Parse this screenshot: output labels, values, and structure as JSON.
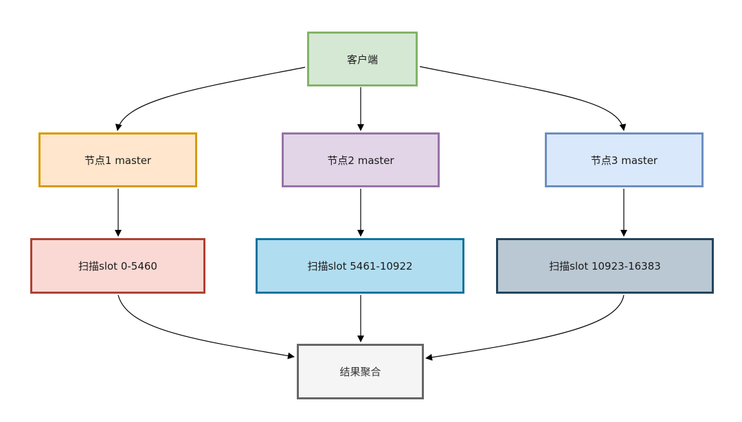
{
  "diagram": {
    "client": {
      "label": "客户端"
    },
    "masters": [
      {
        "label": "节点1 master"
      },
      {
        "label": "节点2 master"
      },
      {
        "label": "节点3 master"
      }
    ],
    "scans": [
      {
        "label": "扫描slot 0-5460"
      },
      {
        "label": "扫描slot 5461-10922"
      },
      {
        "label": "扫描slot 10923-16383"
      }
    ],
    "result": {
      "label": "结果聚合"
    },
    "edges": [
      {
        "from": "client",
        "to": "node1"
      },
      {
        "from": "client",
        "to": "node2"
      },
      {
        "from": "client",
        "to": "node3"
      },
      {
        "from": "node1",
        "to": "scan1"
      },
      {
        "from": "node2",
        "to": "scan2"
      },
      {
        "from": "node3",
        "to": "scan3"
      },
      {
        "from": "scan1",
        "to": "result"
      },
      {
        "from": "scan2",
        "to": "result"
      },
      {
        "from": "scan3",
        "to": "result"
      }
    ],
    "colors": {
      "client_fill": "#d5e8d4",
      "client_stroke": "#82b366",
      "node1_fill": "#ffe6cc",
      "node1_stroke": "#d79b00",
      "node2_fill": "#e1d5e7",
      "node2_stroke": "#9673a6",
      "node3_fill": "#dae8fc",
      "node3_stroke": "#6c8ebf",
      "scan1_fill": "#fad9d5",
      "scan1_stroke": "#ae4132",
      "scan2_fill": "#b1ddf0",
      "scan2_stroke": "#10739e",
      "scan3_fill": "#bac8d3",
      "scan3_stroke": "#23445d",
      "result_fill": "#f5f5f5",
      "result_stroke": "#666666",
      "edge": "#000000"
    }
  }
}
